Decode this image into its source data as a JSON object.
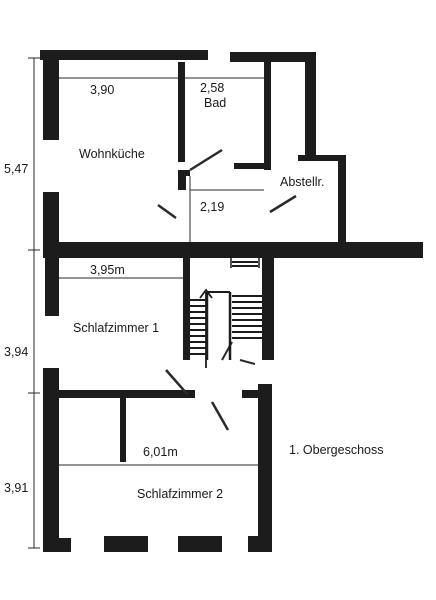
{
  "plan": {
    "floor_label": "1. Obergeschoss",
    "rooms": {
      "wohnkueche": "Wohnküche",
      "bad": "Bad",
      "abstellraum": "Abstellr.",
      "schlafzimmer_1": "Schlafzimmer 1",
      "schlafzimmer_2": "Schlafzimmer 2"
    },
    "dimensions": {
      "wohnkueche_width": "3,90",
      "bad_width": "2,58",
      "flur_width": "2,19",
      "schlafzimmer_1_width": "3,95m",
      "schlafzimmer_2_width": "6,01m",
      "height_upper": "5,47",
      "height_middle": "3,94",
      "height_lower": "3,91"
    },
    "colors": {
      "wall": "#1c1c1c",
      "line": "#2a2a2a",
      "background": "#ffffff"
    }
  }
}
